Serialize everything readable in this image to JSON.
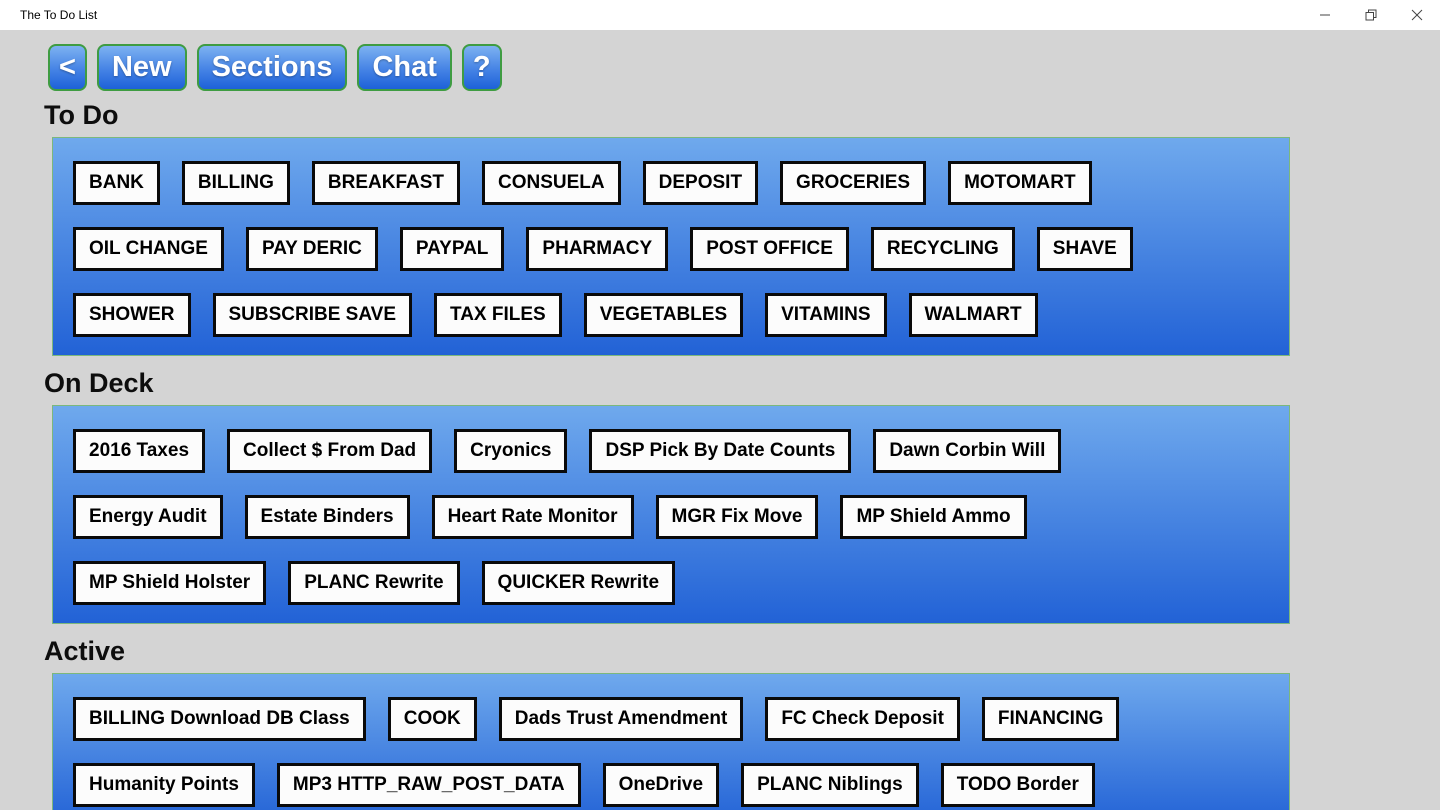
{
  "window": {
    "title": "The To Do List",
    "controls": [
      {
        "name": "minimize"
      },
      {
        "name": "restore"
      },
      {
        "name": "close"
      }
    ]
  },
  "toolbar": {
    "buttons": [
      {
        "id": "back",
        "label": "<"
      },
      {
        "id": "new",
        "label": "New"
      },
      {
        "id": "sections",
        "label": "Sections"
      },
      {
        "id": "chat",
        "label": "Chat"
      },
      {
        "id": "help",
        "label": "?"
      }
    ]
  },
  "sections": [
    {
      "title": "To Do",
      "rows": [
        [
          "BANK",
          "BILLING",
          "BREAKFAST",
          "CONSUELA",
          "DEPOSIT",
          "GROCERIES",
          "MOTOMART"
        ],
        [
          "OIL CHANGE",
          "PAY DERIC",
          "PAYPAL",
          "PHARMACY",
          "POST OFFICE",
          "RECYCLING",
          "SHAVE"
        ],
        [
          "SHOWER",
          "SUBSCRIBE SAVE",
          "TAX FILES",
          "VEGETABLES",
          "VITAMINS",
          "WALMART"
        ]
      ]
    },
    {
      "title": "On Deck",
      "rows": [
        [
          "2016 Taxes",
          "Collect $ From Dad",
          "Cryonics",
          "DSP Pick By Date Counts",
          "Dawn Corbin Will"
        ],
        [
          "Energy Audit",
          "Estate Binders",
          "Heart Rate Monitor",
          "MGR Fix Move",
          "MP Shield Ammo"
        ],
        [
          "MP Shield Holster",
          "PLANC Rewrite",
          "QUICKER Rewrite"
        ]
      ]
    },
    {
      "title": "Active",
      "rows": [
        [
          "BILLING Download DB Class",
          "COOK",
          "Dads Trust Amendment",
          "FC Check Deposit",
          "FINANCING"
        ],
        [
          "Humanity Points",
          "MP3 HTTP_RAW_POST_DATA",
          "OneDrive",
          "PLANC Niblings",
          "TODO Border"
        ]
      ]
    }
  ],
  "colors": {
    "content_background": "#d4d4d4",
    "titlebar_background": "#ffffff",
    "panel_gradient_top": "#6fa9ed",
    "panel_gradient_bottom": "#2262d6",
    "panel_border_green": "#7cb87c",
    "toolbar_button_gradient_top": "#7db2f1",
    "toolbar_button_gradient_bottom": "#1d61d8",
    "toolbar_button_border_green": "#3f9c42",
    "task_button_background": "#fcfcfc",
    "task_button_border": "#0a0a0a"
  }
}
